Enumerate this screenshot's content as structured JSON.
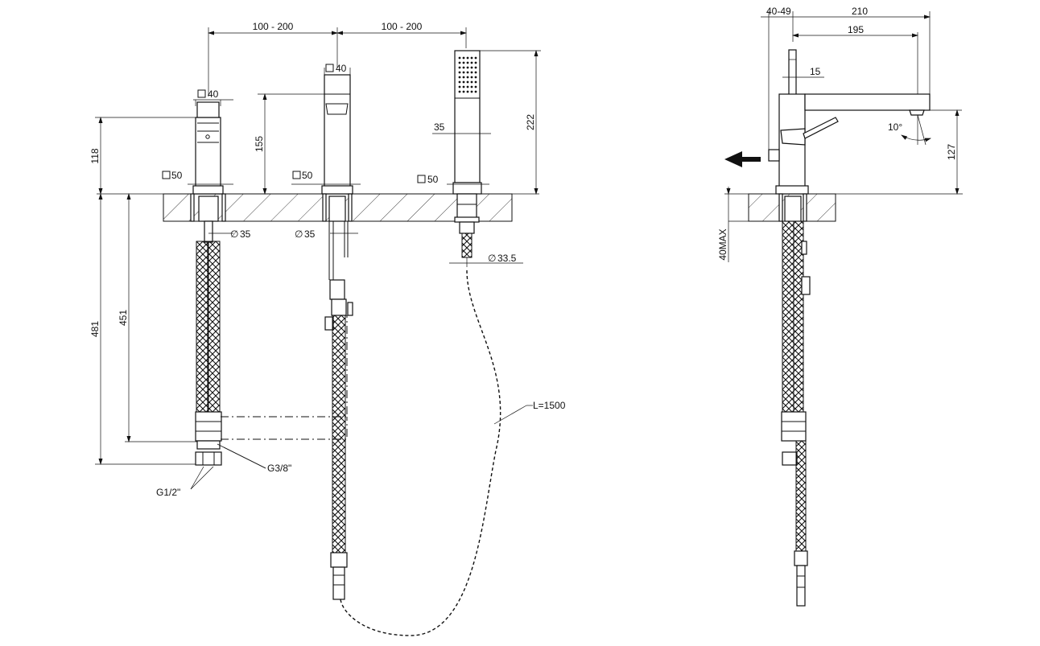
{
  "dimensions": {
    "spacing_1": "100 - 200",
    "spacing_2": "100 - 200",
    "mixer_top": "40",
    "spout_top": "40",
    "mixer_height": "118",
    "spout_height": "155",
    "shower_height": "222",
    "shower_width": "35",
    "mixer_base": "50",
    "spout_base": "50",
    "shower_base": "50",
    "mixer_hole": "35",
    "spout_hole": "35",
    "shower_hole": "33.5",
    "total_length": "481",
    "hose_length": "451",
    "hose_length_shower": "L=1500",
    "conn_small": "G3/8\"",
    "conn_large": "G1/2\"",
    "side_offset": "40-49",
    "side_reach": "210",
    "side_spout": "195",
    "side_thickness": "15",
    "side_height": "127",
    "side_angle": "10°",
    "deck_max": "40MAX"
  },
  "symbols": {
    "square": "square-icon",
    "diameter": "diameter-icon",
    "flow_arrow": "arrow-left-icon"
  }
}
